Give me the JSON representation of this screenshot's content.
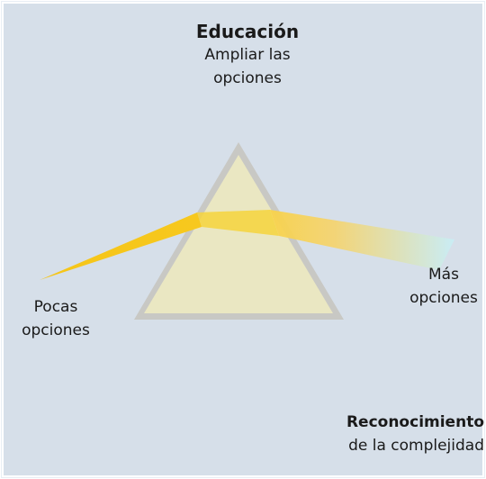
{
  "title": {
    "heading": "Educación",
    "line1": "Ampliar las",
    "line2": "opciones"
  },
  "left_label": {
    "line1": "Pocas",
    "line2": "opciones"
  },
  "right_label": {
    "line1": "Más",
    "line2": "opciones"
  },
  "bottom_label": {
    "heading": "Reconocimiento",
    "line1": "de la complejidad"
  },
  "colors": {
    "background": "#d6dfe9",
    "prism_fill": "#ece9c2",
    "prism_edge": "#c8c8c4",
    "beam_narrow": "#f5c518",
    "beam_wide_start": "#f8d24a",
    "beam_wide_end": "#c8eef6"
  }
}
